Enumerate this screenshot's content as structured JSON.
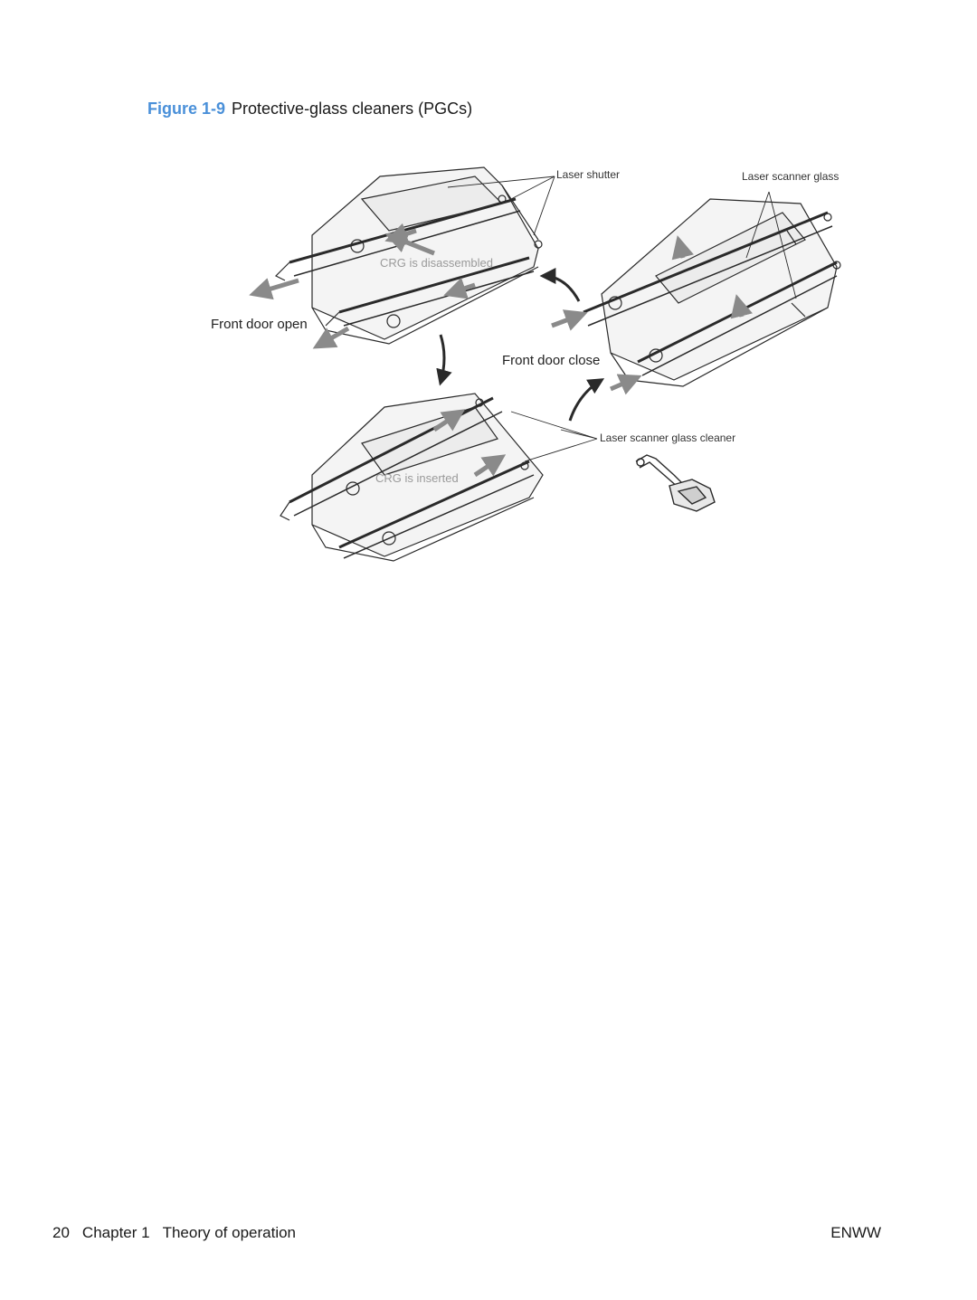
{
  "figure": {
    "label": "Figure 1-",
    "number": "9",
    "title": "Protective-glass cleaners (PGCs)",
    "annotations": {
      "laser_shutter": "Laser shutter",
      "laser_scanner_glass": "Laser scanner glass",
      "crg_disassembled": "CRG is disassembled",
      "front_door_open": "Front door open",
      "front_door_close": "Front door close",
      "laser_scanner_glass_cleaner": "Laser scanner glass cleaner",
      "crg_inserted": "CRG is inserted"
    }
  },
  "footer": {
    "page_number": "20",
    "chapter": "Chapter 1",
    "chapter_title": "Theory of operation",
    "publisher_code": "ENWW"
  },
  "colors": {
    "figure_label": "#4a90d9",
    "arrow_gray": "#8a8a8a",
    "line_dark": "#2a2a2a"
  }
}
